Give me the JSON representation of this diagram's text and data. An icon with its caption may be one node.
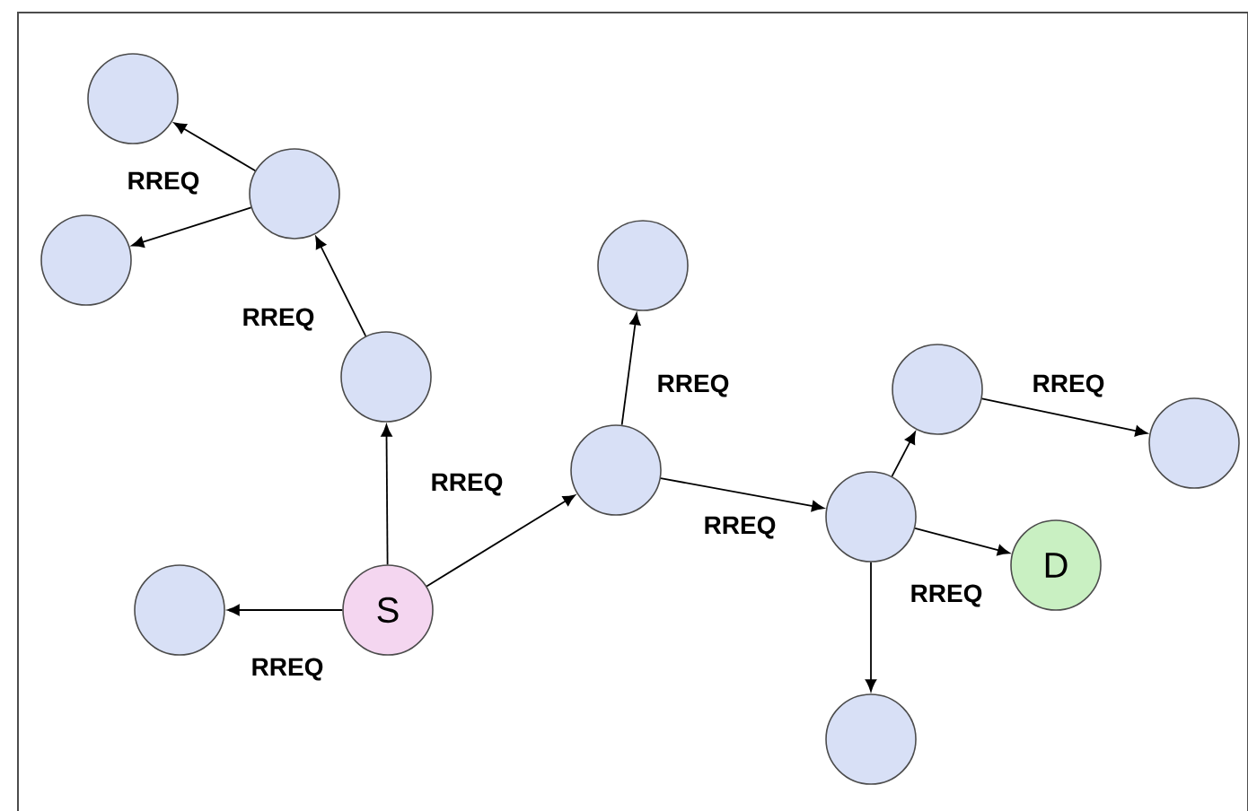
{
  "diagram": {
    "nodes": [
      {
        "text": [],
        "shape": "circle"
      },
      {
        "text": [],
        "shape": "circle"
      },
      {
        "text": [],
        "shape": "circle"
      },
      {
        "text": [],
        "shape": "circle"
      },
      {
        "text": [],
        "shape": "circle"
      },
      {
        "text": [],
        "shape": "circle"
      },
      {
        "text": [],
        "shape": "circle"
      },
      {
        "text": [],
        "shape": "circle"
      },
      {
        "text": [],
        "shape": "circle"
      },
      {
        "text": [
          "D"
        ]
      },
      {
        "text": [],
        "shape": "circle"
      },
      {
        "text": [
          "S"
        ]
      },
      {
        "text": [],
        "shape": "circle"
      }
    ],
    "edges": [
      {
        "from": 11,
        "to": 10,
        "arrow": "to",
        "label": "RREQ"
      },
      {
        "from": 11,
        "to": 4,
        "arrow": "to"
      },
      {
        "from": 11,
        "to": 7,
        "arrow": "to",
        "label": "RREQ"
      },
      {
        "from": 4,
        "to": 1,
        "arrow": "to",
        "label": "RREQ"
      },
      {
        "from": 1,
        "to": 0,
        "arrow": "to",
        "label": "RREQ"
      },
      {
        "from": 1,
        "to": 2,
        "arrow": "to"
      },
      {
        "from": 7,
        "to": 3,
        "arrow": "to",
        "label": "RREQ"
      },
      {
        "from": 7,
        "to": 8,
        "arrow": "to",
        "label": "RREQ"
      },
      {
        "from": 8,
        "to": 5,
        "arrow": "to"
      },
      {
        "from": 5,
        "to": 6,
        "arrow": "to",
        "label": "RREQ"
      },
      {
        "from": 8,
        "to": 9,
        "arrow": "to",
        "label": "RREQ"
      },
      {
        "from": 8,
        "to": 12,
        "arrow": "to"
      }
    ]
  }
}
